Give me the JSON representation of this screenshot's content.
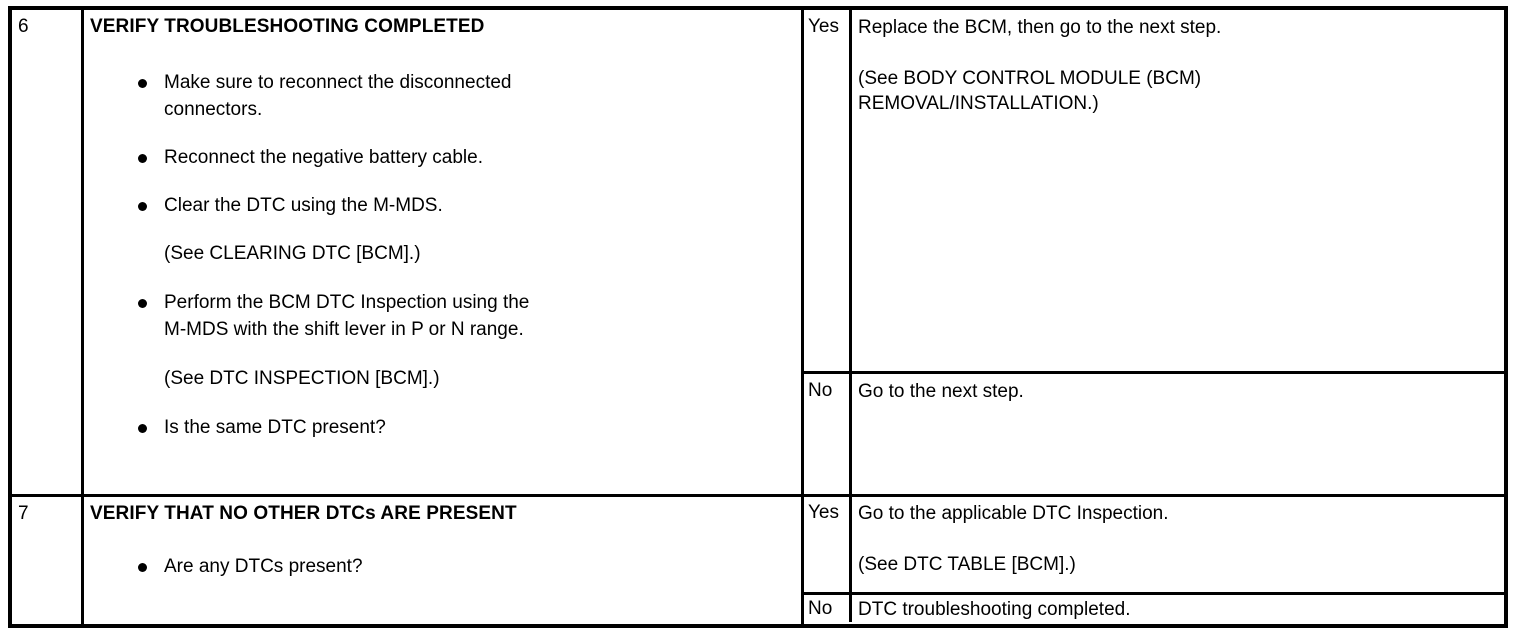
{
  "document": {
    "kind": "diagnostic-troubleshooting-table",
    "column_headers_visible": false
  },
  "table": {
    "rows": [
      {
        "step": "6",
        "title": "VERIFY TROUBLESHOOTING COMPLETED",
        "items": [
          {
            "type": "bullet",
            "lines": [
              "Make sure to reconnect the disconnected",
              "connectors."
            ]
          },
          {
            "type": "bullet",
            "lines": [
              "Reconnect the negative battery cable."
            ]
          },
          {
            "type": "bullet",
            "lines": [
              "Clear the DTC using the M-MDS."
            ]
          },
          {
            "type": "note",
            "lines": [
              "(See CLEARING DTC [BCM].)"
            ]
          },
          {
            "type": "bullet",
            "lines": [
              "Perform the BCM DTC Inspection using the",
              "M-MDS with the shift lever in P or N range."
            ]
          },
          {
            "type": "note",
            "lines": [
              "(See DTC INSPECTION [BCM].)"
            ]
          },
          {
            "type": "bullet",
            "lines": [
              "Is the same DTC present?"
            ]
          }
        ],
        "answers": [
          {
            "label": "Yes",
            "lines": [
              "Replace the BCM, then go to the next step.",
              "(See BODY CONTROL MODULE (BCM)",
              "REMOVAL/INSTALLATION.)"
            ]
          },
          {
            "label": "No",
            "lines": [
              "Go to the next step."
            ]
          }
        ]
      },
      {
        "step": "7",
        "title": "VERIFY THAT NO OTHER DTCs ARE PRESENT",
        "items": [
          {
            "type": "bullet",
            "lines": [
              "Are any DTCs present?"
            ]
          }
        ],
        "answers": [
          {
            "label": "Yes",
            "lines": [
              "Go to the applicable DTC Inspection.",
              "(See DTC TABLE [BCM].)"
            ]
          },
          {
            "label": "No",
            "lines": [
              "DTC troubleshooting completed."
            ]
          }
        ]
      }
    ]
  },
  "colors": {
    "border": "#000000",
    "text": "#000000",
    "background": "#ffffff"
  }
}
